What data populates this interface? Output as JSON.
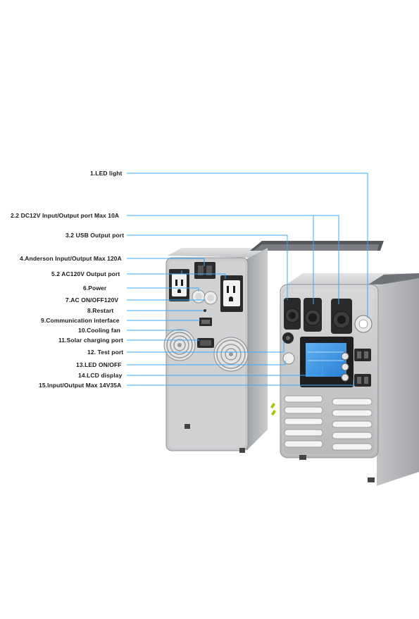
{
  "labels": {
    "l1": "1.LED light",
    "l2": "2.2 DC12V Input/Output port Max 10A",
    "l3": "3.2 USB Output port",
    "l4": "4.Anderson Input/Output Max 120A",
    "l5": "5.2 AC120V Output port",
    "l6": "6.Power",
    "l7": "7.AC ON/OFF120V",
    "l8": "8.Restart",
    "l9": "9.Communication interface",
    "l10": "10.Cooling fan",
    "l11": "11.Solar charging  port",
    "l12": "12. Test port",
    "l13": "13.LED ON/OFF",
    "l14": "14.LCD display",
    "l15": "15.Input/Output Max 14V35A"
  },
  "colors": {
    "leader_line": "#3fa9f5",
    "body_silver": "#b9bbbd",
    "lcd_blue": "#2f8fe6",
    "logo_green": "#a4c400"
  }
}
